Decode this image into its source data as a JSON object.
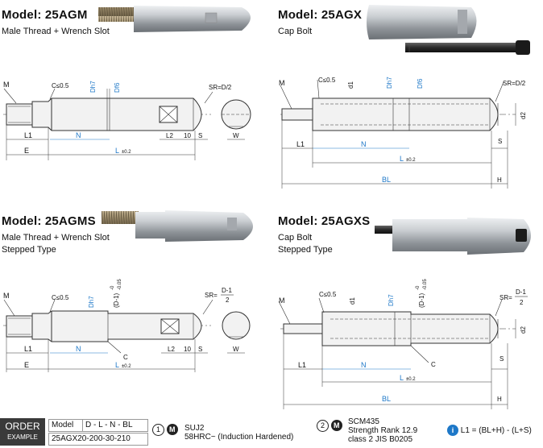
{
  "panels": [
    {
      "model": "Model: 25AGM",
      "sub1": "Male Thread + Wrench Slot",
      "sub2": ""
    },
    {
      "model": "Model: 25AGX",
      "sub1": "Cap Bolt",
      "sub2": ""
    },
    {
      "model": "Model: 25AGMS",
      "sub1": "Male Thread + Wrench Slot",
      "sub2": "Stepped Type"
    },
    {
      "model": "Model: 25AGXS",
      "sub1": "Cap Bolt",
      "sub2": "Stepped Type"
    }
  ],
  "dims": {
    "M": "M",
    "chamfer": "C≤0.5",
    "Dh7": "Dh7",
    "Dfs": "Df6",
    "SR_D2": "SR=D/2",
    "SR_eq": "SR=",
    "D1": "D-1",
    "two": "2",
    "L1": "L1",
    "N": "N",
    "L2": "L2",
    "ten": "10",
    "S": "S",
    "W": "W",
    "E": "E",
    "L": "L",
    "L_tol": "±0.2",
    "d1": "d1",
    "d2": "d2",
    "BL": "BL",
    "H": "H",
    "C": "C",
    "Dm1": "(D-1)",
    "tol_hi": "-0",
    "tol_lo": "-0.05"
  },
  "order": {
    "label1": "ORDER",
    "label2": "EXAMPLE",
    "model_hdr": "Model",
    "fmt": "D - L - N - BL",
    "example": "25AGX20-200-30-210"
  },
  "notes": {
    "n1_num": "1",
    "n1_badge": "M",
    "n1_l1": "SUJ2",
    "n1_l2": "58HRC~ (Induction Hardened)",
    "n2_num": "2",
    "n2_badge": "M",
    "n2_l1": "SCM435",
    "n2_l2": "Strength Rank 12.9",
    "n2_l3": "class 2 JIS B0205",
    "info_badge": "i",
    "info_text": "L1 = (BL+H) - (L+S)"
  },
  "colors": {
    "blue": "#1e78c8",
    "line": "#333333",
    "photo_steel": "#b8bcc0",
    "dark_bolt": "#2a2a2a"
  }
}
